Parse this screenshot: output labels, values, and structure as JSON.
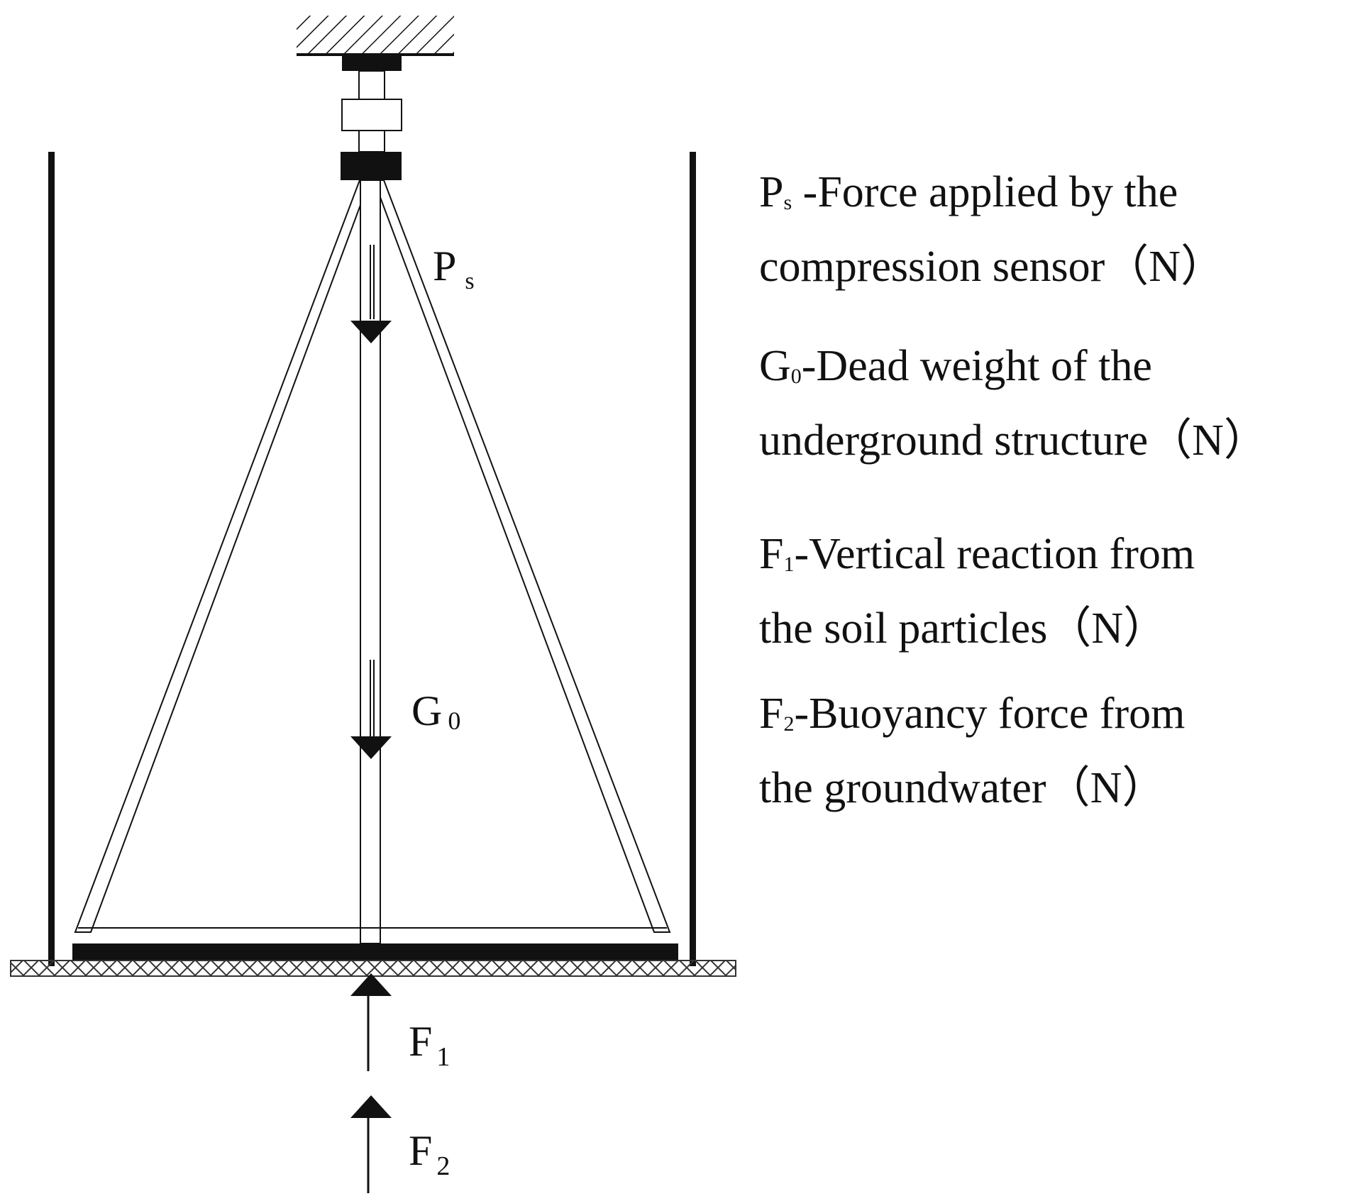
{
  "diagram": {
    "force_labels": {
      "ps": {
        "main": "P",
        "sub": "s"
      },
      "g0": {
        "main": "G",
        "sub": "0"
      },
      "f1": {
        "main": "F",
        "sub": "1"
      },
      "f2": {
        "main": "F",
        "sub": "2"
      }
    }
  },
  "legend": [
    {
      "sym": "P",
      "sub": "s",
      "line1": " -Force applied by the",
      "line2": "compression sensor（N）"
    },
    {
      "sym": "G",
      "sub": "0",
      "line1": "-Dead weight of the",
      "line2": "underground structure（N）"
    },
    {
      "sym": "F",
      "sub": "1",
      "line1": "-Vertical reaction from",
      "line2": "the soil particles（N）"
    },
    {
      "sym": "F",
      "sub": "2",
      "line1": "-Buoyancy force from",
      "line2": "the groundwater（N）"
    }
  ]
}
